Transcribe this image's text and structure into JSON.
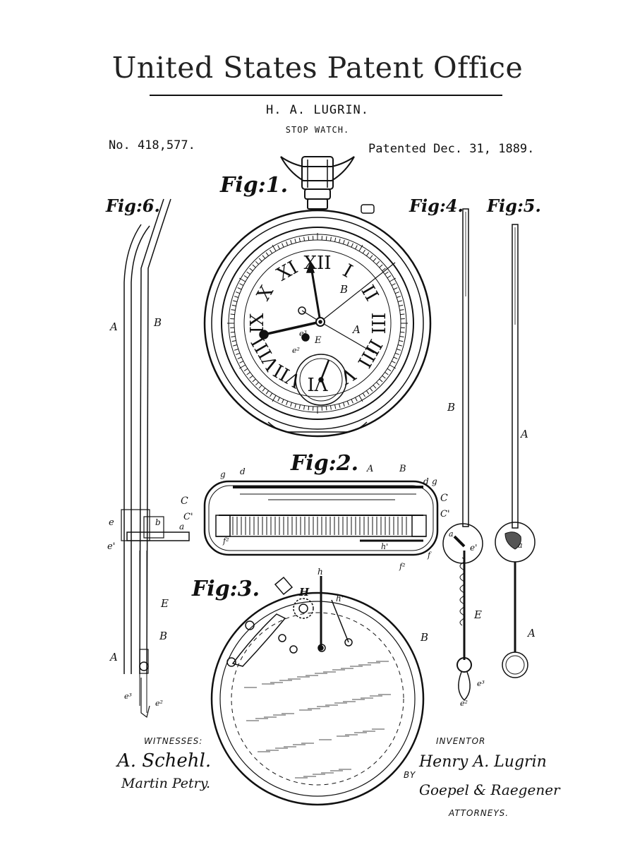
{
  "header": {
    "office": "United States Patent Office",
    "inventor_name": "H. A. LUGRIN.",
    "invention_title": "STOP WATCH.",
    "patent_number": "No. 418,577.",
    "patent_date": "Patented Dec. 31, 1889."
  },
  "figures": {
    "fig1": "Fig:1.",
    "fig2": "Fig:2.",
    "fig3": "Fig:3.",
    "fig4": "Fig:4.",
    "fig5": "Fig:5.",
    "fig6": "Fig:6."
  },
  "watch_dial": {
    "numerals": [
      "XII",
      "I",
      "II",
      "III",
      "IIII",
      "V",
      "VI",
      "VII",
      "VIII",
      "IX",
      "X",
      "XI"
    ]
  },
  "refs": {
    "A": "A",
    "B": "B",
    "C": "C",
    "C1": "C'",
    "E": "E",
    "H": "H",
    "a": "a",
    "b": "b",
    "d": "d",
    "e": "e",
    "e1": "e'",
    "e2": "e²",
    "e3": "e³",
    "f": "f",
    "f2": "f²",
    "g": "g",
    "h": "h",
    "h1": "h'"
  },
  "signatures": {
    "witnesses_label": "WITNESSES:",
    "witness1": "A. Schehl.",
    "witness2": "Martin Petry.",
    "inventor_label": "INVENTOR",
    "inventor_signature": "Henry A. Lugrin",
    "by_label": "BY",
    "attorneys_signature": "Goepel & Raegener",
    "attorneys_label": "ATTORNEYS."
  }
}
